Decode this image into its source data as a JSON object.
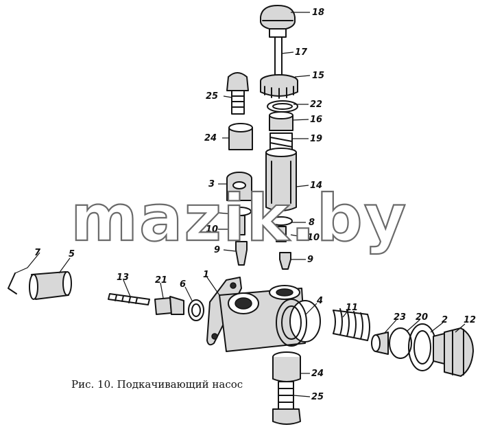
{
  "caption": "Рис. 10. Подкачивающий насос",
  "watermark": "mazik.by",
  "part_numbers": [
    "18",
    "17",
    "15",
    "25",
    "22",
    "16",
    "24",
    "19",
    "3",
    "14",
    "8",
    "10",
    "8",
    "10",
    "9",
    "9",
    "7",
    "5",
    "13",
    "21",
    "6",
    "1",
    "4",
    "11",
    "23",
    "20",
    "2",
    "12",
    "24",
    "25"
  ],
  "colors": {
    "ink": "#141414",
    "shade": "#d8d8d8",
    "watermark_stroke": "#6a6a6a"
  }
}
